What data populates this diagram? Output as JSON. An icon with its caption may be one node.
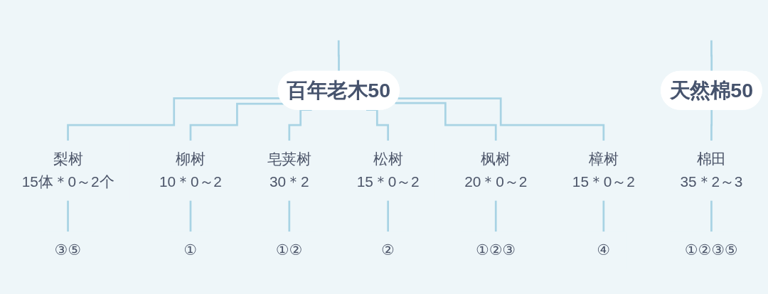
{
  "diagram": {
    "nodes": [
      {
        "text": [
          "百年老木50"
        ]
      },
      {
        "text": [
          "天然棉50"
        ]
      },
      {
        "text": [
          "梨树",
          "15体＊0～2个"
        ]
      },
      {
        "text": [
          "柳树",
          "10＊0～2"
        ]
      },
      {
        "text": [
          "皂荚树",
          "30＊2"
        ]
      },
      {
        "text": [
          "松树",
          "15＊0～2"
        ]
      },
      {
        "text": [
          "枫树",
          "20＊0～2"
        ]
      },
      {
        "text": [
          "樟树",
          "15＊0～2"
        ]
      },
      {
        "text": [
          "棉田",
          "35＊2～3"
        ]
      },
      {
        "text": [
          "③⑤"
        ]
      },
      {
        "text": [
          "①"
        ]
      },
      {
        "text": [
          "①②"
        ]
      },
      {
        "text": [
          "②"
        ]
      },
      {
        "text": [
          "①②③"
        ]
      },
      {
        "text": [
          "④"
        ]
      },
      {
        "text": [
          "①②③⑤"
        ]
      }
    ],
    "edges": [
      {
        "from": null,
        "to": 0,
        "arrow": "none"
      },
      {
        "from": null,
        "to": 1,
        "arrow": "none"
      },
      {
        "from": 0,
        "to": 2,
        "arrow": "none"
      },
      {
        "from": 0,
        "to": 3,
        "arrow": "none"
      },
      {
        "from": 0,
        "to": 4,
        "arrow": "none"
      },
      {
        "from": 0,
        "to": 5,
        "arrow": "none"
      },
      {
        "from": 0,
        "to": 6,
        "arrow": "none"
      },
      {
        "from": 0,
        "to": 7,
        "arrow": "none"
      },
      {
        "from": 1,
        "to": 8,
        "arrow": "none"
      },
      {
        "from": 2,
        "to": 9,
        "arrow": "none"
      },
      {
        "from": 3,
        "to": 10,
        "arrow": "none"
      },
      {
        "from": 4,
        "to": 11,
        "arrow": "none"
      },
      {
        "from": 5,
        "to": 12,
        "arrow": "none"
      },
      {
        "from": 6,
        "to": 13,
        "arrow": "none"
      },
      {
        "from": 7,
        "to": 14,
        "arrow": "none"
      },
      {
        "from": 8,
        "to": 15,
        "arrow": "none"
      }
    ]
  }
}
